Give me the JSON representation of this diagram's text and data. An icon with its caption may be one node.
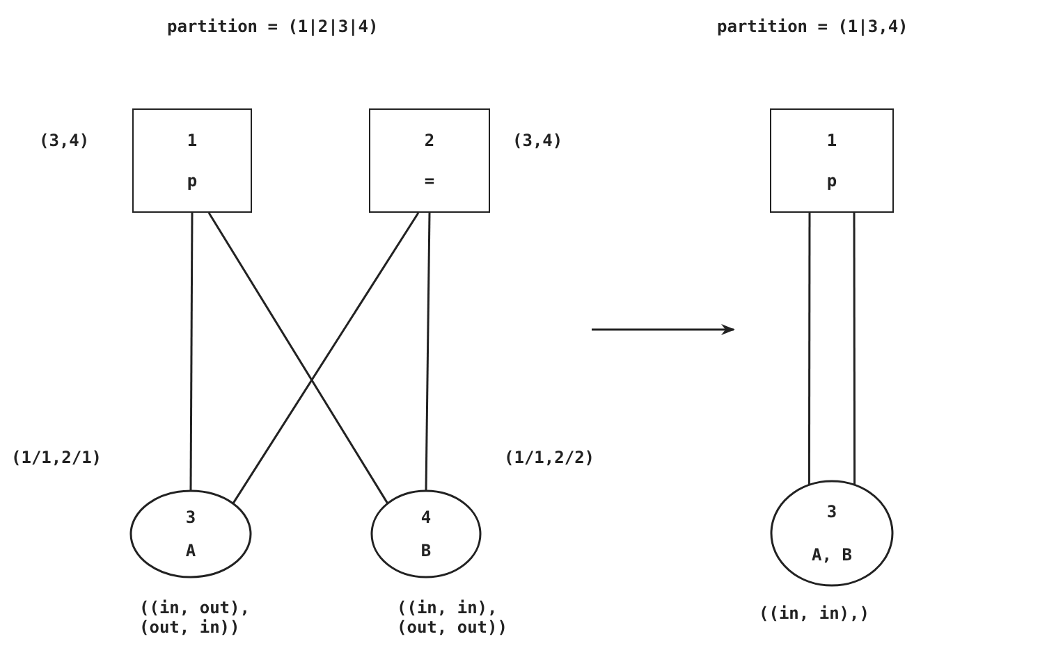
{
  "diagram": {
    "nodes": [
      {
        "text": [
          "1",
          "p"
        ],
        "beside": [
          "(3,4)"
        ]
      },
      {
        "text": [
          "2",
          "="
        ],
        "beside": [
          "(3,4)"
        ]
      },
      {
        "text": [
          "3",
          "A"
        ],
        "beside": [
          "(1/1,2/1)",
          "((in, out), (out, in))"
        ]
      },
      {
        "text": [
          "4",
          "B"
        ],
        "beside": [
          "(1/1,2/2)",
          "((in, in), (out, out))"
        ]
      },
      {
        "text": [
          "1",
          "p"
        ]
      },
      {
        "text": [
          "3",
          "A, B"
        ],
        "beside": [
          "((in, in),)"
        ]
      }
    ],
    "edges": [
      {
        "from": 0,
        "to": 2,
        "arrow": "none"
      },
      {
        "from": 0,
        "to": 3,
        "arrow": "none"
      },
      {
        "from": 1,
        "to": 2,
        "arrow": "none"
      },
      {
        "from": 1,
        "to": 3,
        "arrow": "none"
      },
      {
        "from": 4,
        "to": 5,
        "arrow": "none"
      },
      {
        "from": 4,
        "to": 5,
        "arrow": "none"
      }
    ],
    "labels": [
      "partition = (1|2|3|4)",
      "partition = (1|3,4)"
    ]
  }
}
